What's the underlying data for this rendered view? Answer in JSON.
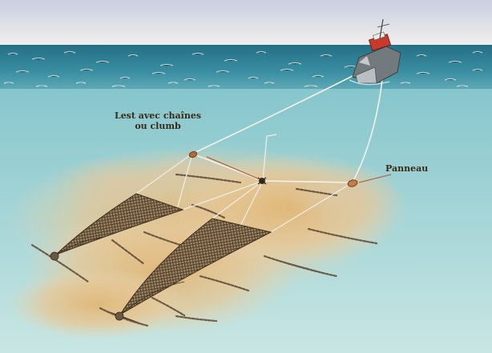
{
  "labels": {
    "lest_line1": "Lest avec chaînes",
    "lest_line2": "ou clumb",
    "panneau": "Panneau"
  },
  "colors": {
    "sky_top": "#cfd3e2",
    "sky_bottom": "#f2f0ee",
    "sea_surface": "#2f7f95",
    "water_top": "#8fcbd0",
    "water_bottom": "#c4e5e2",
    "sediment": "#e3c08a",
    "net_mesh": "#5e4a34",
    "warp_line": "#f4f4ee",
    "pointer_line": "#b0533a",
    "boat_hull": "#6e7478",
    "boat_cabin": "#c23a2c"
  },
  "icons": [
    "trawler-boat-icon",
    "otter-board-icon",
    "clump-weight-icon"
  ]
}
